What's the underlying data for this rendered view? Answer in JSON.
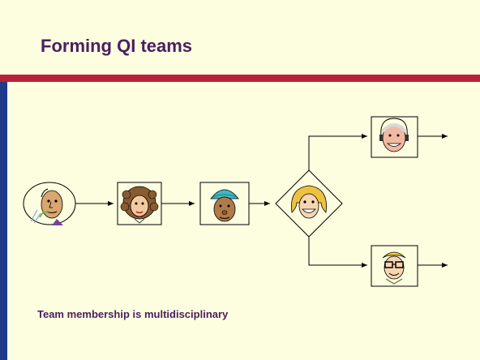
{
  "slide": {
    "title": "Forming QI teams",
    "caption": "Team membership is multidisciplinary"
  },
  "colors": {
    "background": "#fdfde0",
    "title_text": "#4a2060",
    "accent_rule": "#b8213a",
    "left_bar": "#1f3a8a",
    "line": "#000000"
  },
  "diagram": {
    "nodes": [
      {
        "id": "bald-man",
        "shape": "ellipse",
        "icon": "bald-man-face-icon"
      },
      {
        "id": "curly-woman",
        "shape": "rect",
        "icon": "curly-hair-woman-face-icon"
      },
      {
        "id": "turban-man",
        "shape": "rect",
        "icon": "turban-man-face-icon"
      },
      {
        "id": "blonde-woman",
        "shape": "diamond",
        "icon": "blonde-woman-face-icon"
      },
      {
        "id": "headset-man",
        "shape": "rect",
        "icon": "headset-man-face-icon"
      },
      {
        "id": "glasses-man",
        "shape": "rect",
        "icon": "glasses-man-face-icon"
      }
    ]
  }
}
